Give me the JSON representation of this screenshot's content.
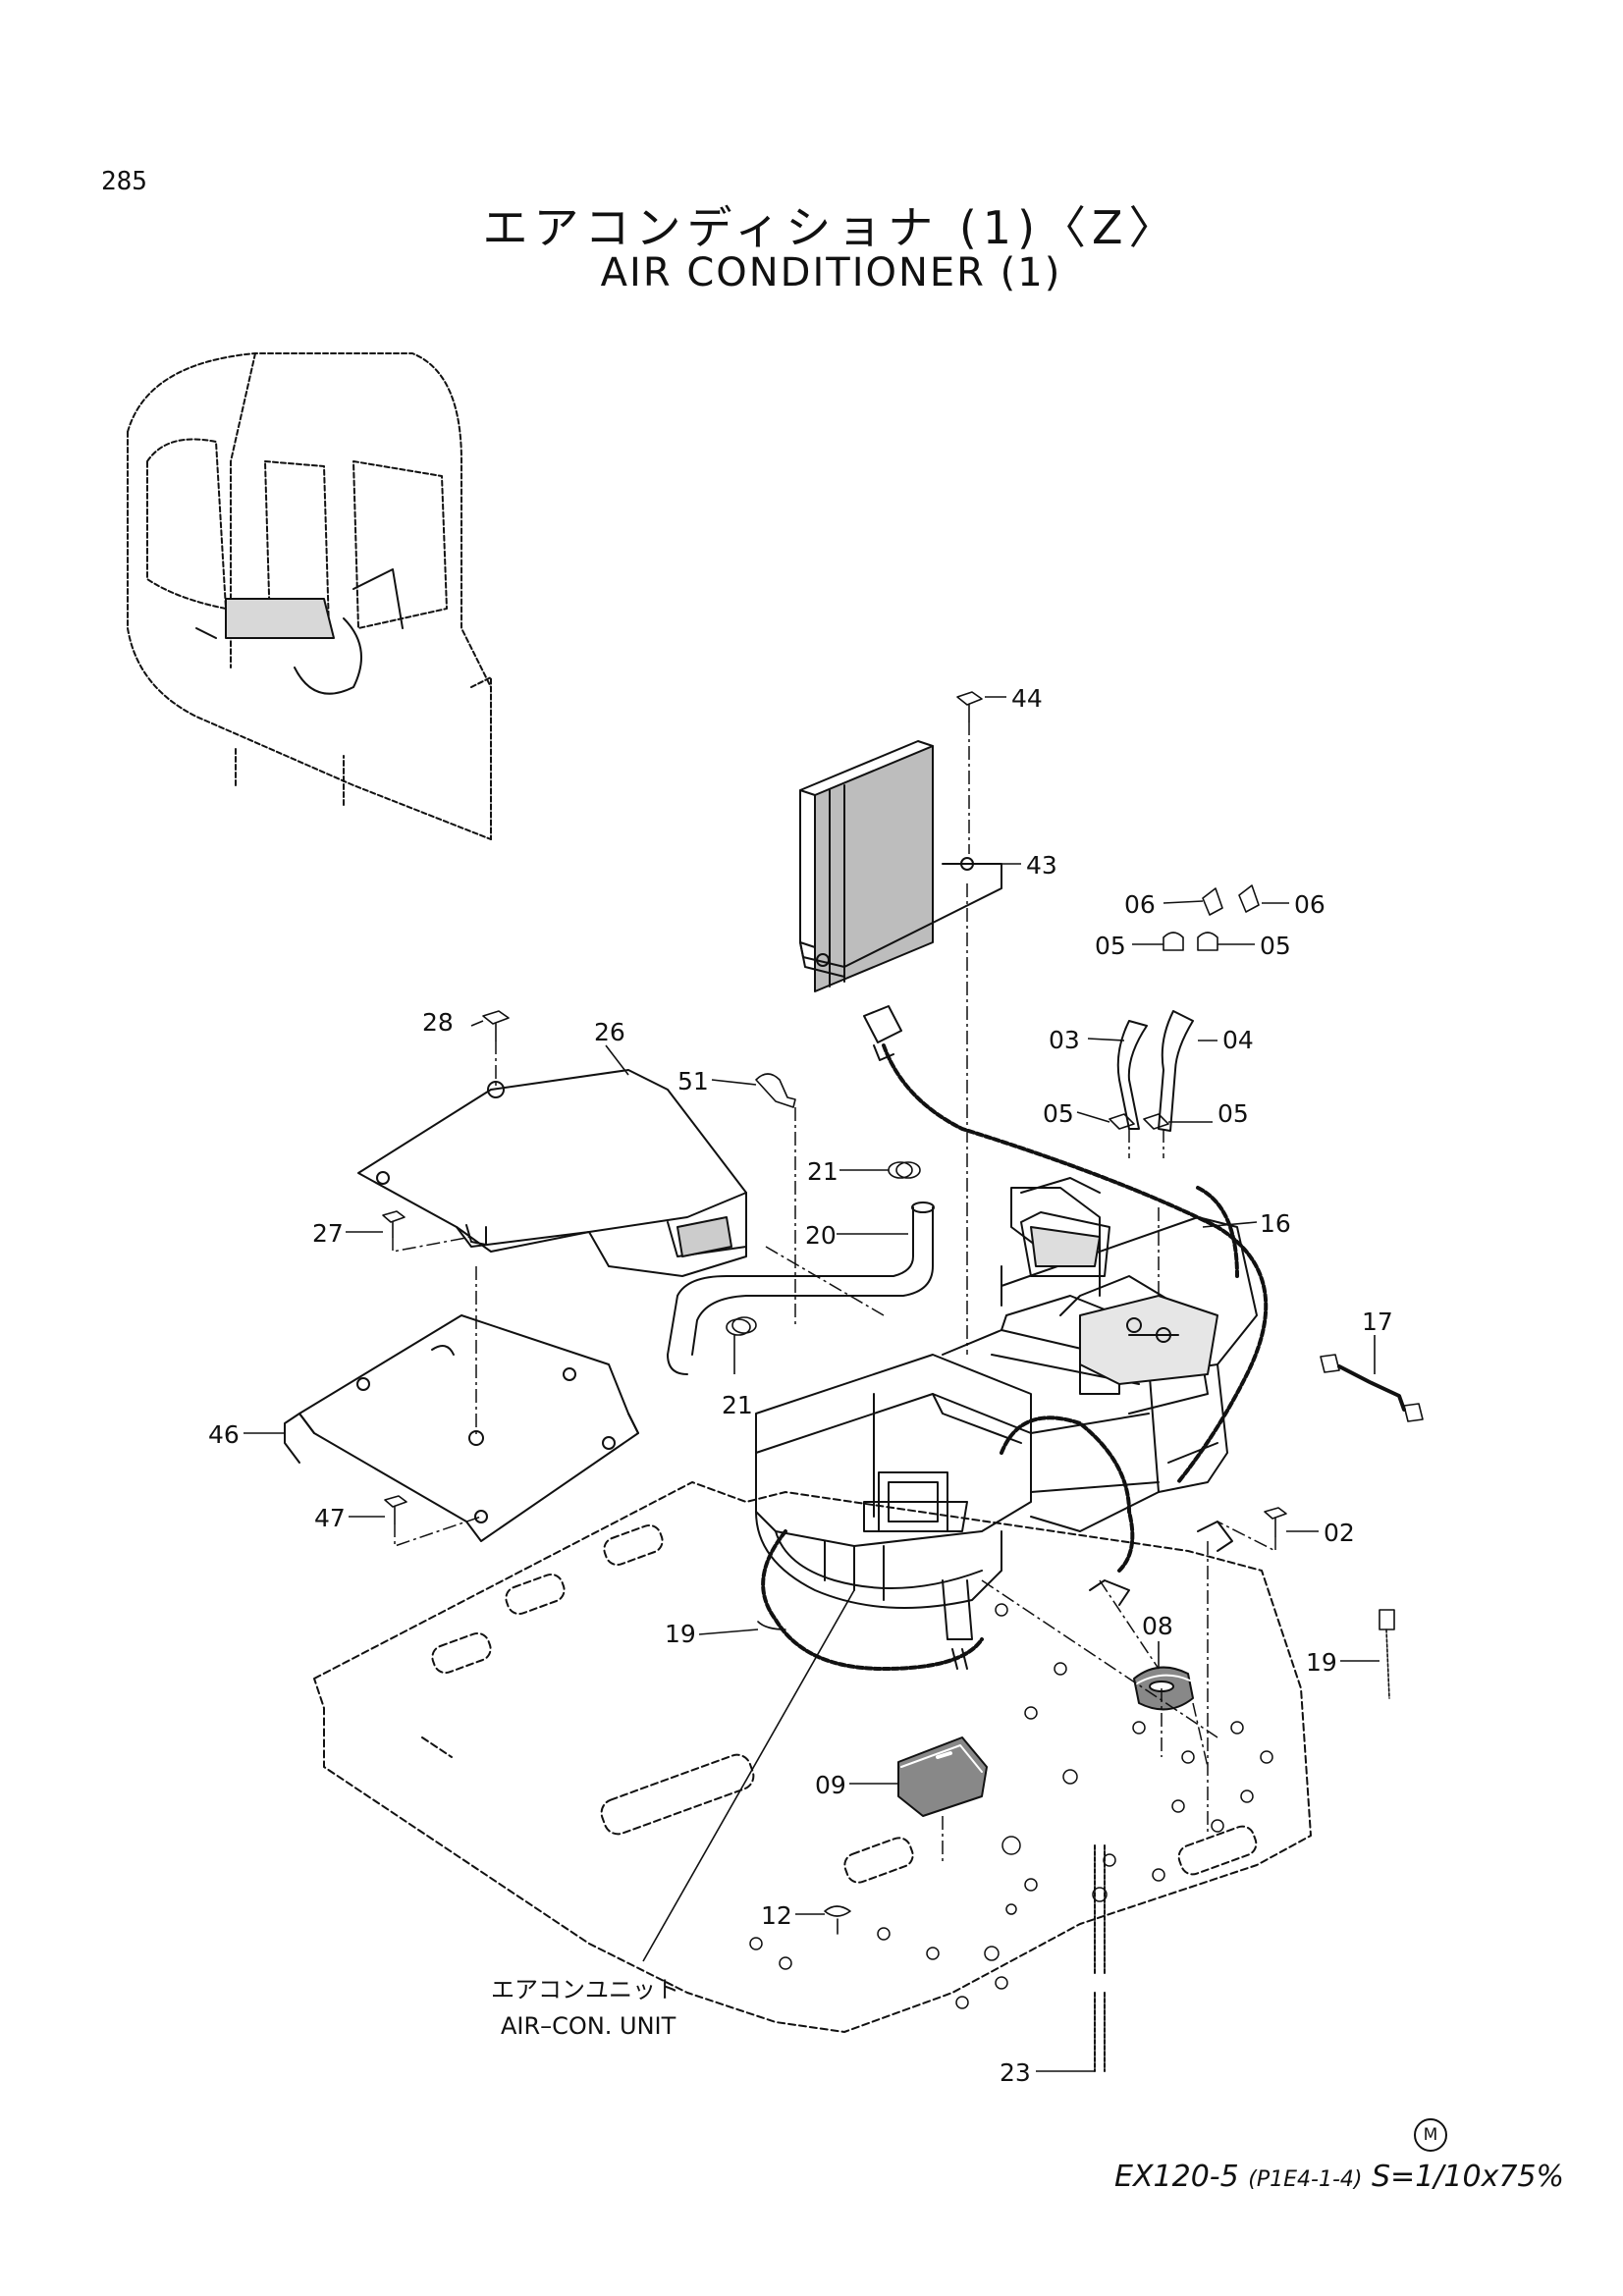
{
  "page": {
    "number": "285",
    "title_jp": "エアコンディショナ (1)〈Z〉",
    "title_en": "AIR  CONDITIONER (1)"
  },
  "unit_label": {
    "jp": "エアコンユニット",
    "en": "AIR–CON. UNIT"
  },
  "parts": [
    {
      "no": "44"
    },
    {
      "no": "43"
    },
    {
      "no": "06"
    },
    {
      "no": "06"
    },
    {
      "no": "05"
    },
    {
      "no": "05"
    },
    {
      "no": "28"
    },
    {
      "no": "26"
    },
    {
      "no": "51"
    },
    {
      "no": "03"
    },
    {
      "no": "04"
    },
    {
      "no": "05"
    },
    {
      "no": "05"
    },
    {
      "no": "21"
    },
    {
      "no": "16"
    },
    {
      "no": "27"
    },
    {
      "no": "20"
    },
    {
      "no": "21"
    },
    {
      "no": "17"
    },
    {
      "no": "46"
    },
    {
      "no": "47"
    },
    {
      "no": "02"
    },
    {
      "no": "19"
    },
    {
      "no": "08"
    },
    {
      "no": "19"
    },
    {
      "no": "09"
    },
    {
      "no": "12"
    },
    {
      "no": "23"
    }
  ],
  "footer": {
    "mark": "M",
    "model": "EX120-5",
    "code": "(P1E4-1-4)",
    "scale": "S=1/10x75%"
  }
}
